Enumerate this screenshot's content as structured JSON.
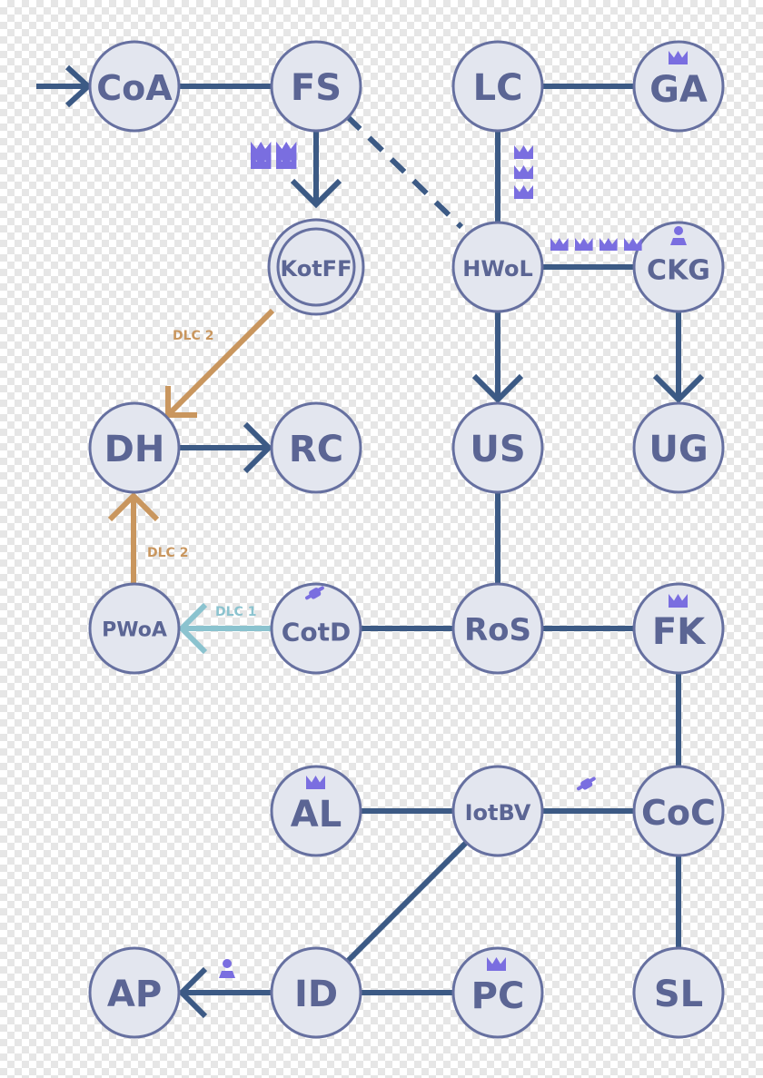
{
  "colors": {
    "edge": "#3c5a85",
    "node_fill": "#e3e6ef",
    "node_stroke": "#6670a0",
    "node_text": "#5b6594",
    "dlc2": "#c9965e",
    "dlc1": "#8bc3cf",
    "icon": "#7a6ee0"
  },
  "nodes": {
    "coa": {
      "label": "CoA"
    },
    "fs": {
      "label": "FS"
    },
    "lc": {
      "label": "LC"
    },
    "ga": {
      "label": "GA"
    },
    "kotff": {
      "label": "KotFF"
    },
    "hwol": {
      "label": "HWoL"
    },
    "ckg": {
      "label": "CKG"
    },
    "dh": {
      "label": "DH"
    },
    "rc": {
      "label": "RC"
    },
    "us": {
      "label": "US"
    },
    "ug": {
      "label": "UG"
    },
    "pwoa": {
      "label": "PWoA"
    },
    "cotd": {
      "label": "CotD"
    },
    "ros": {
      "label": "RoS"
    },
    "fk": {
      "label": "FK"
    },
    "al": {
      "label": "AL"
    },
    "iotbv": {
      "label": "IotBV"
    },
    "coc": {
      "label": "CoC"
    },
    "ap": {
      "label": "AP"
    },
    "id": {
      "label": "ID"
    },
    "pc": {
      "label": "PC"
    },
    "sl": {
      "label": "SL"
    }
  },
  "tags": {
    "dlc2_upper": "DLC 2",
    "dlc2_lower": "DLC 2",
    "dlc1": "DLC 1"
  }
}
